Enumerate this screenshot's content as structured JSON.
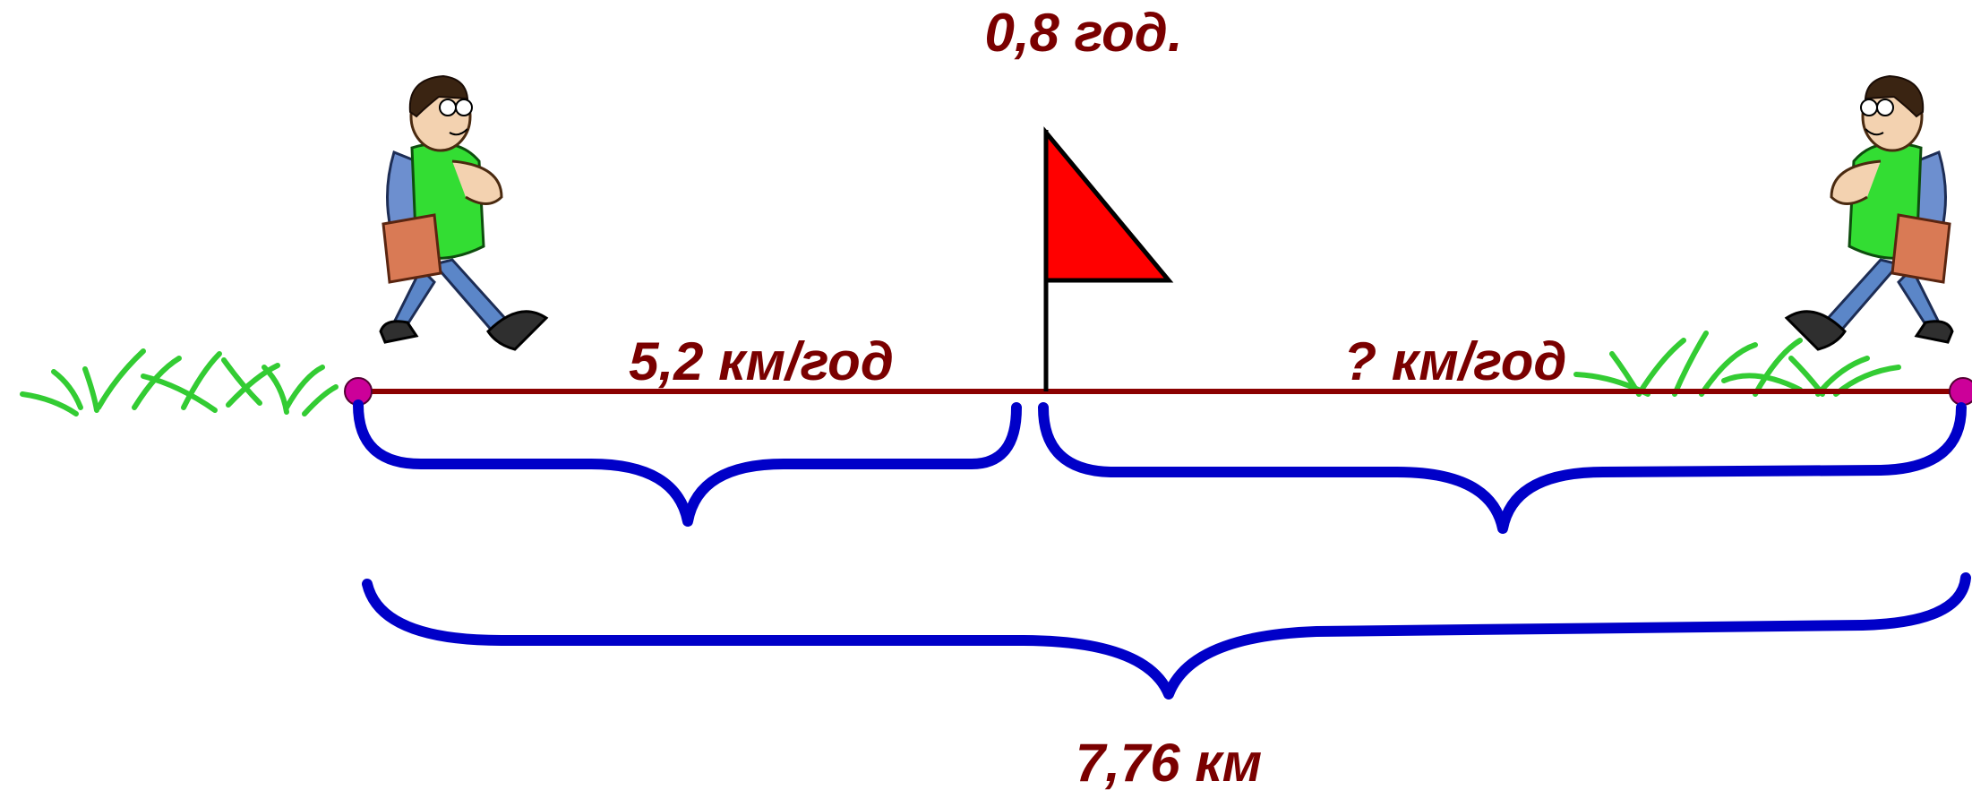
{
  "labels": {
    "time": "0,8 год.",
    "speed_left": "5,2 км/год",
    "speed_right": "? км/год",
    "distance_total": "7,76 км"
  },
  "colors": {
    "text": "#7a0000",
    "road": "#8b0000",
    "braces": "#0000c8",
    "flag": "#ff0000",
    "grass": "#33cc33",
    "endpoints": "#cc0099",
    "shirt": "#33dd33",
    "jeans": "#5b86c8",
    "book": "#d97a55"
  },
  "icons": {
    "left_walker": "walking-man-icon",
    "right_walker": "walking-man-icon",
    "meeting_point": "flag-icon"
  }
}
